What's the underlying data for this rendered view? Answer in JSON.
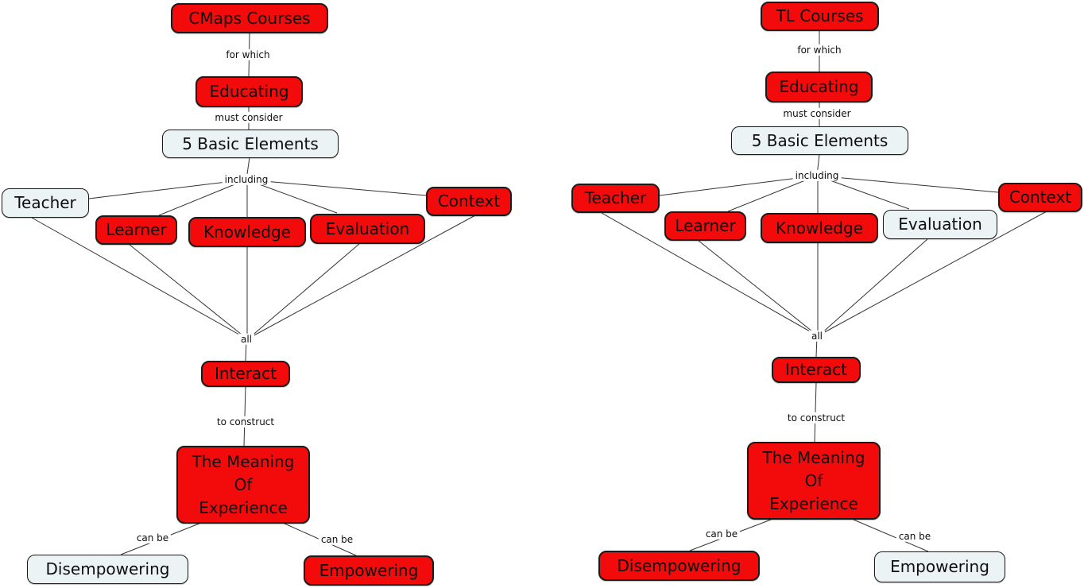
{
  "page": {
    "background": "#FFFFFF",
    "description_colors": {
      "concept_red": "#F30B0B",
      "concept_light_blue": "#ECF3F5",
      "node_border": "#1A1A1A",
      "connector_line": "#333333",
      "text": "#0E0E0E"
    }
  },
  "left_map": {
    "nodes": {
      "courses": "CMaps Courses",
      "educating": "Educating",
      "basic_elements": "5 Basic Elements",
      "teacher": "Teacher",
      "learner": "Learner",
      "knowledge": "Knowledge",
      "evaluation": "Evaluation",
      "context": "Context",
      "interact": "Interact",
      "meaning": "The Meaning\nOf\nExperience",
      "disempowering": "Disempowering",
      "empowering": "Empowering"
    },
    "links": {
      "for_which": "for which",
      "must_consider": "must consider",
      "including": "including",
      "all": "all",
      "to_construct": "to construct",
      "can_be_1": "can be",
      "can_be_2": "can be"
    }
  },
  "right_map": {
    "nodes": {
      "courses": "TL Courses",
      "educating": "Educating",
      "basic_elements": "5 Basic Elements",
      "teacher": "Teacher",
      "learner": "Learner",
      "knowledge": "Knowledge",
      "evaluation": "Evaluation",
      "context": "Context",
      "interact": "Interact",
      "meaning": "The Meaning\nOf\nExperience",
      "disempowering": "Disempowering",
      "empowering": "Empowering"
    },
    "links": {
      "for_which": "for which",
      "must_consider": "must consider",
      "including": "including",
      "all": "all",
      "to_construct": "to construct",
      "can_be_1": "can be",
      "can_be_2": "can be"
    }
  }
}
